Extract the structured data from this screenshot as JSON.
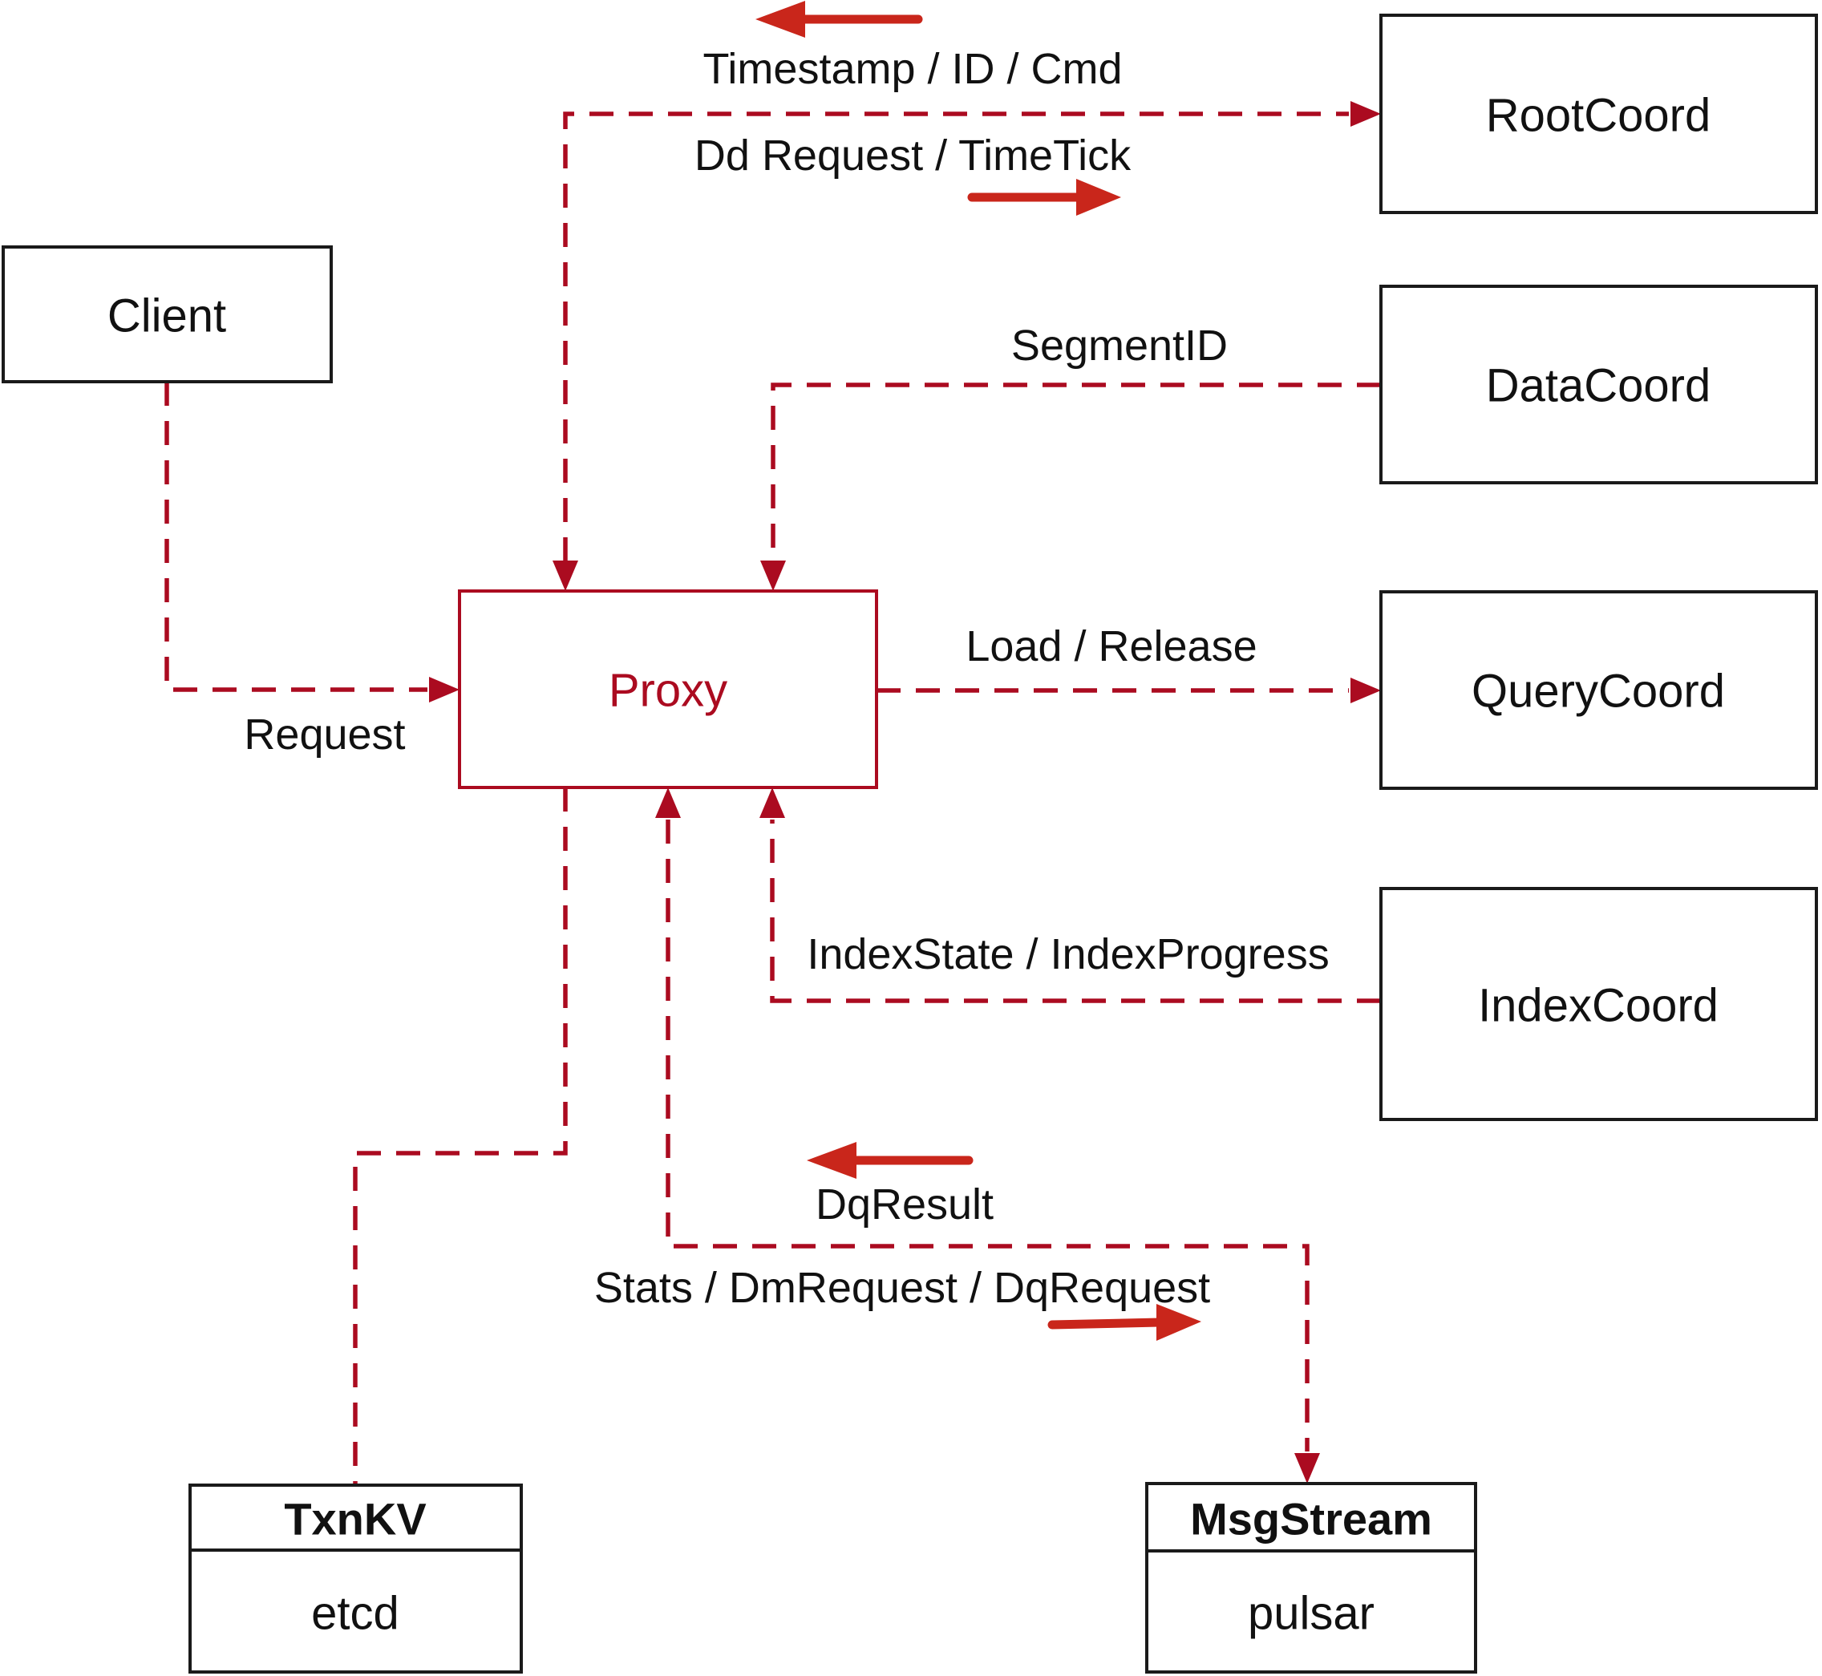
{
  "colors": {
    "background": "#ffffff",
    "node_border": "#1a1a1a",
    "node_text": "#111111",
    "proxy_accent": "#ab0b20",
    "dashed_link": "#ab0b20",
    "direction_arrow": "#c9261b"
  },
  "nodes": {
    "client": {
      "label": "Client"
    },
    "proxy": {
      "label": "Proxy"
    },
    "rootcoord": {
      "label": "RootCoord"
    },
    "datacoord": {
      "label": "DataCoord"
    },
    "querycoord": {
      "label": "QueryCoord"
    },
    "indexcoord": {
      "label": "IndexCoord"
    },
    "txnkv": {
      "title": "TxnKV",
      "impl": "etcd"
    },
    "msgstream": {
      "title": "MsgStream",
      "impl": "pulsar"
    }
  },
  "edges": {
    "client_proxy": {
      "label": "Request",
      "from": "Client",
      "to": "Proxy"
    },
    "proxy_rootcoord": {
      "label_to_proxy": "Timestamp / ID / Cmd",
      "label_to_rootcoord": "Dd Request / TimeTick",
      "bidirectional": true
    },
    "datacoord_proxy": {
      "label": "SegmentID",
      "from": "DataCoord",
      "to": "Proxy"
    },
    "proxy_querycoord": {
      "label": "Load / Release",
      "from": "Proxy",
      "to": "QueryCoord"
    },
    "indexcoord_proxy": {
      "label": "IndexState / IndexProgress",
      "from": "IndexCoord",
      "to": "Proxy"
    },
    "proxy_msgstream": {
      "label_to_proxy": "DqResult",
      "label_to_msgstream": "Stats / DmRequest / DqRequest",
      "bidirectional": true
    },
    "proxy_txnkv": {
      "label": "",
      "from": "Proxy",
      "to": "TxnKV"
    }
  }
}
